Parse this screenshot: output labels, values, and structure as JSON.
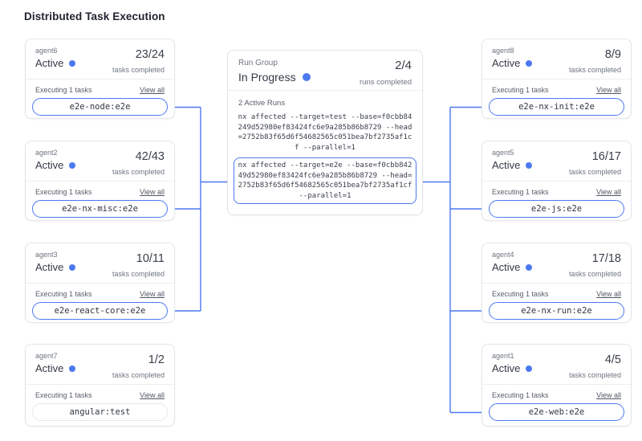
{
  "title": "Distributed Task Execution",
  "colors": {
    "accent_blue": "#4c79f0",
    "card_border": "#e3e5ea",
    "muted_text": "#6e7580",
    "dark_text": "#333945"
  },
  "labels": {
    "status_active": "Active",
    "tasks_completed_caption": "tasks completed",
    "executing_tasks": "Executing 1 tasks",
    "view_all": "View all",
    "runs_completed_caption": "runs completed"
  },
  "run_group": {
    "label": "Run Group",
    "status": "In Progress",
    "progress": "2/4",
    "active_runs_label": "2 Active Runs",
    "runs": [
      {
        "command": "nx affected --target=test --base=f0cbb84249d52980ef83424fc6e9a285b86b8729 --head=2752b83f65d6f54682565c051bea7bf2735af1cf --parallel=1",
        "highlighted": false
      },
      {
        "command": "nx affected --target=e2e --base=f0cbb84249d52980ef83424fc6e9a285b86b8729 --head=2752b83f65d6f54682565c051bea7bf2735af1cf --parallel=1",
        "highlighted": true
      }
    ]
  },
  "left_agents": [
    {
      "name": "agent6",
      "status": "Active",
      "progress": "23/24",
      "task": "e2e-node:e2e",
      "linked": true
    },
    {
      "name": "agent2",
      "status": "Active",
      "progress": "42/43",
      "task": "e2e-nx-misc:e2e",
      "linked": true
    },
    {
      "name": "agent3",
      "status": "Active",
      "progress": "10/11",
      "task": "e2e-react-core:e2e",
      "linked": true
    },
    {
      "name": "agent7",
      "status": "Active",
      "progress": "1/2",
      "task": "angular:test",
      "linked": false
    }
  ],
  "right_agents": [
    {
      "name": "agent8",
      "status": "Active",
      "progress": "8/9",
      "task": "e2e-nx-init:e2e",
      "linked": true
    },
    {
      "name": "agent5",
      "status": "Active",
      "progress": "16/17",
      "task": "e2e-js:e2e",
      "linked": true
    },
    {
      "name": "agent4",
      "status": "Active",
      "progress": "17/18",
      "task": "e2e-nx-run:e2e",
      "linked": true
    },
    {
      "name": "agent1",
      "status": "Active",
      "progress": "4/5",
      "task": "e2e-web:e2e",
      "linked": true
    }
  ]
}
